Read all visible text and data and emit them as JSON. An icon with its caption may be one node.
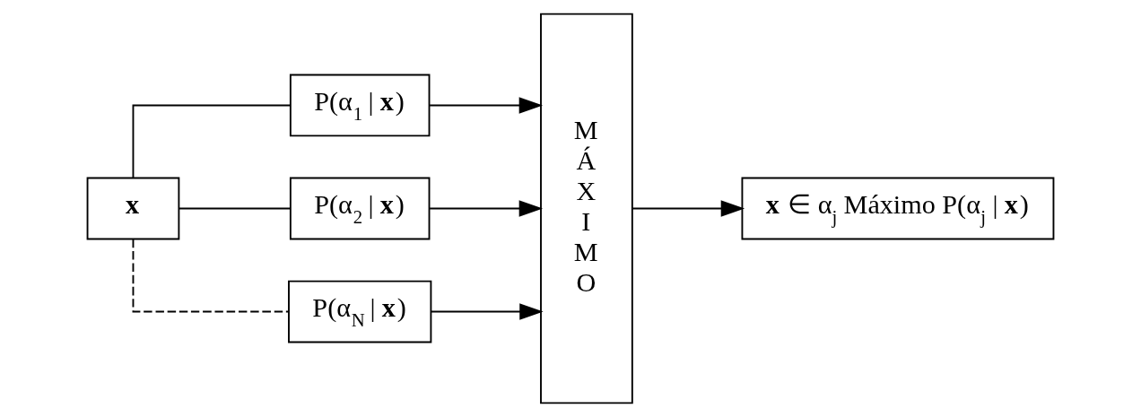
{
  "diagram": {
    "nodes": [
      {
        "text": [
          "**x**"
        ]
      },
      {
        "text": [
          "P(α$_{1}$ | **x**)"
        ]
      },
      {
        "text": [
          "P(α$_{2}$ | **x**)"
        ]
      },
      {
        "text": [
          "P(α$_{N}$ | **x**)"
        ]
      },
      {
        "text": [
          "MÁXIMO"
        ]
      },
      {
        "text": [
          "**x** ∈ α$_{j}$ Máximo P(α$_{j}$ | **x**)"
        ]
      }
    ],
    "edges": [
      {
        "from": 0,
        "to": 1,
        "arrow": "none"
      },
      {
        "from": 0,
        "to": 2,
        "arrow": "none"
      },
      {
        "from": 0,
        "to": 3,
        "arrow": "none",
        "style": "dashed"
      },
      {
        "from": 1,
        "to": 4,
        "arrow": "to"
      },
      {
        "from": 2,
        "to": 4,
        "arrow": "to"
      },
      {
        "from": 3,
        "to": 4,
        "arrow": "to"
      },
      {
        "from": 4,
        "to": 5,
        "arrow": "to"
      }
    ]
  }
}
